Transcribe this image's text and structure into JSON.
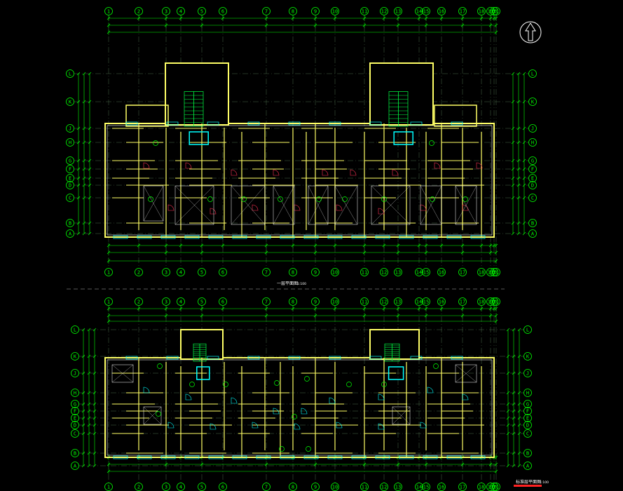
{
  "drawing": {
    "background": "#000000",
    "colors": {
      "grid_axis": "#00ff00",
      "dimension": "#00ff00",
      "wall": "#ffff66",
      "wall_inner": "#ffffff",
      "window": "#00ffff",
      "door": "#ff3355",
      "stair": "#00ff44",
      "centerline": "#4a6a4a",
      "annotation": "#ffffff",
      "title_red": "#ff2222"
    },
    "plans": [
      {
        "name": "upper-plan",
        "columns": [
          "1",
          "2",
          "3",
          "4",
          "5",
          "6",
          "7",
          "8",
          "9",
          "10",
          "11",
          "12",
          "13",
          "14",
          "15",
          "16",
          "17",
          "18",
          "19",
          "20",
          "21"
        ],
        "rows": [
          "L",
          "K",
          "J",
          "H",
          "G",
          "F",
          "E",
          "D",
          "C",
          "B",
          "A"
        ],
        "caption": "一层平面图",
        "scale": "1:100"
      },
      {
        "name": "lower-plan",
        "columns": [
          "1",
          "2",
          "3",
          "4",
          "5",
          "6",
          "7",
          "8",
          "9",
          "10",
          "11",
          "12",
          "13",
          "14",
          "15",
          "16",
          "17",
          "18",
          "19",
          "20",
          "21"
        ],
        "rows": [
          "L",
          "K",
          "J",
          "H",
          "G",
          "F",
          "E",
          "D",
          "C",
          "B",
          "A"
        ],
        "caption": "标准层平面图",
        "scale": "1:100"
      }
    ],
    "north_arrow": "north-arrow-icon",
    "title_box_label": "标准层平面图"
  }
}
